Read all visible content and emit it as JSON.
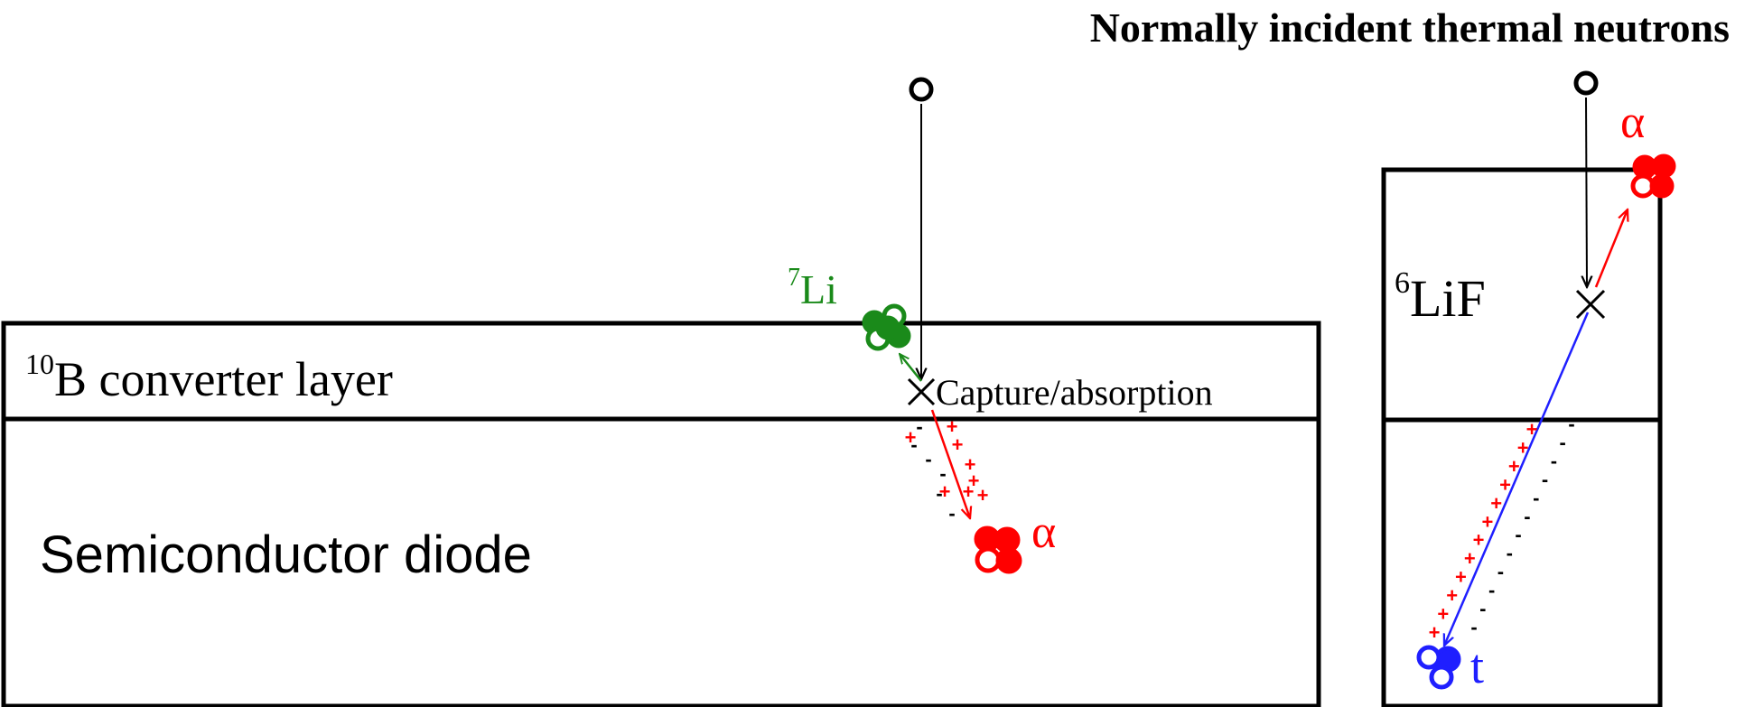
{
  "title": "Normally incident thermal neutrons",
  "left_device": {
    "converter_label_sup": "10",
    "converter_label": "B converter layer",
    "diode_label": "Semiconductor diode",
    "capture_label": "Capture/absorption",
    "li_label_sup": "7",
    "li_label": "Li",
    "alpha_label": "α"
  },
  "right_device": {
    "lif_label_sup": "6",
    "lif_label": "LiF",
    "alpha_label": "α",
    "triton_label": "t"
  },
  "charges": {
    "plus": "+",
    "minus": "-"
  },
  "colors": {
    "outline": "#000000",
    "alpha": "#ff0000",
    "lithium": "#1a8a1a",
    "triton": "#1f1fff",
    "neutron": "#000000"
  }
}
